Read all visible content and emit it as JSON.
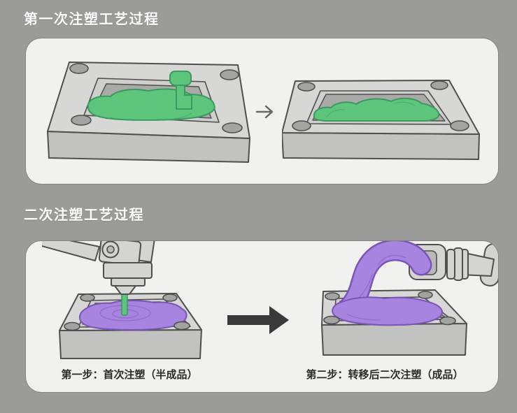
{
  "section_first": {
    "title": "第一次注塑工艺过程",
    "left_illustration": "mold-with-green-first-shot-and-sprue",
    "right_illustration": "mold-with-molded-green-part",
    "arrow_icon": "transfer-arrow-icon"
  },
  "section_second": {
    "title": "二次注塑工艺过程",
    "step1_caption": "第一步：首次注塑（半成品）",
    "step2_caption": "第二步：转移后二次注塑（成品）",
    "left_illustration": "injection-nozzle-over-mold-with-purple-material",
    "right_illustration": "robot-arm-pouring-purple-material-into-mold",
    "arrow_icon": "step-arrow-icon"
  },
  "colors": {
    "page_bg": "#9b9b99",
    "panel": "#f1f1ef",
    "title_text": "#fcfcfc",
    "caption_text": "#2b2b2b",
    "outline": "#4f4f4f",
    "mold_top": "#d7d7d5",
    "mold_front": "#c2c2c0",
    "mold_rim": "#cfcfcd",
    "mold_cavity": "#a9a9a7",
    "mold_hole": "#a3a3a1",
    "machine": "#d4d4d2",
    "machine_dark": "#b9b9b7",
    "green_material": "#5ec57c",
    "green_outline": "#3a9a5f",
    "purple_material": "#a784e0",
    "purple_outline": "#7a55b5",
    "arrow_bold": "#3a3a3a",
    "arrow_thin": "#67676a"
  }
}
